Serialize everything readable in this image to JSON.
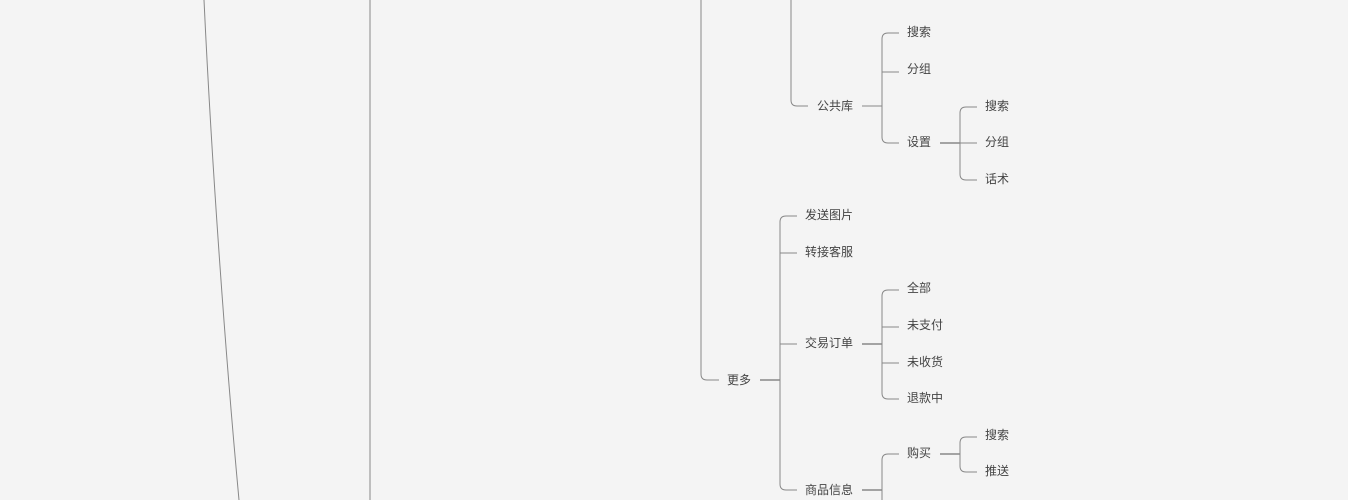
{
  "mindmap": {
    "public_lib": {
      "label": "公共库",
      "search": "搜索",
      "group": "分组",
      "settings": {
        "label": "设置",
        "search": "搜索",
        "group": "分组",
        "script": "话术"
      }
    },
    "more": {
      "label": "更多",
      "send_image": "发送图片",
      "transfer_service": "转接客服",
      "trade_orders": {
        "label": "交易订单",
        "all": "全部",
        "unpaid": "未支付",
        "not_received": "未收货",
        "refunding": "退款中"
      },
      "product_info": {
        "label": "商品信息",
        "buy": {
          "label": "购买",
          "search": "搜索",
          "push": "推送"
        }
      }
    }
  }
}
